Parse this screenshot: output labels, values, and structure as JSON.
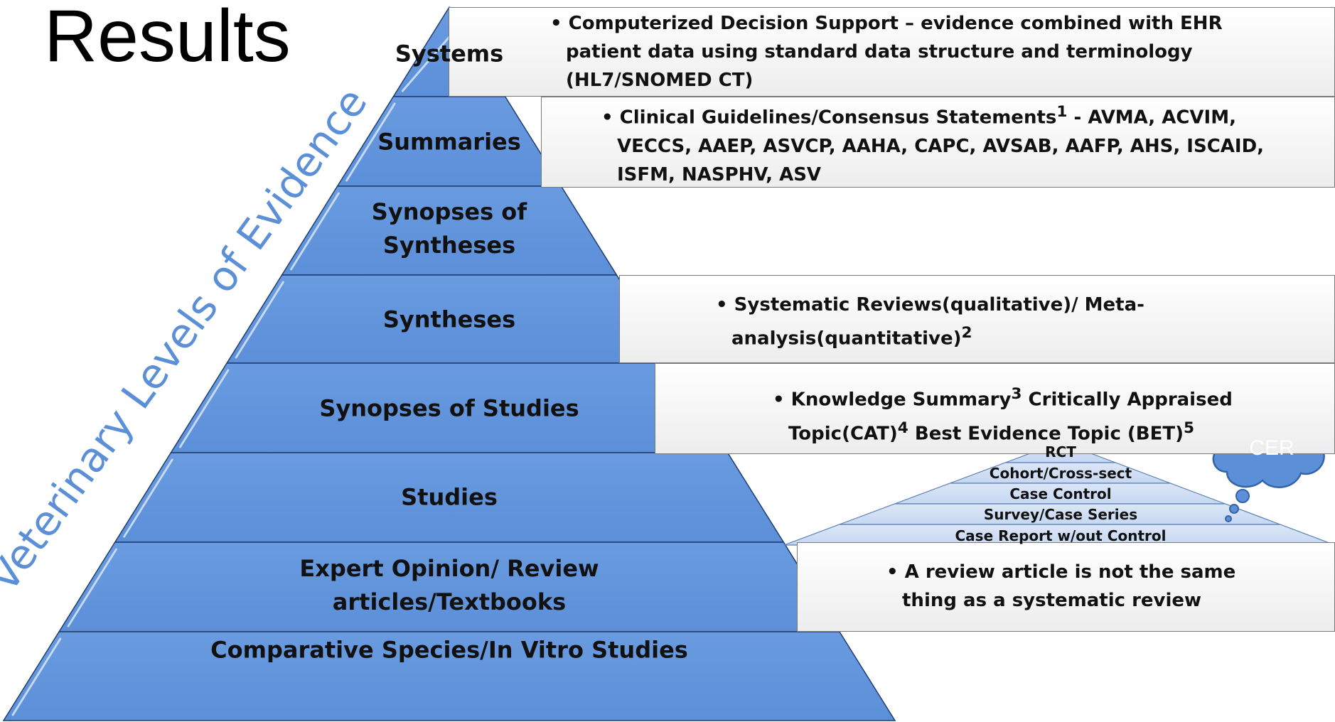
{
  "title": "Results",
  "side_label": "Veterinary Levels of Evidence",
  "levels": [
    {
      "label": "Systems"
    },
    {
      "label": "Summaries"
    },
    {
      "label": "Synopses of Syntheses"
    },
    {
      "label": "Syntheses"
    },
    {
      "label": "Synopses of Studies"
    },
    {
      "label": "Studies"
    },
    {
      "label": "Expert Opinion/ Review articles/Textbooks"
    },
    {
      "label": "Comparative Species/In Vitro Studies"
    }
  ],
  "notes": {
    "systems": "• Computerized Decision Support – evidence combined with EHR patient data using standard data structure and terminology (HL7/SNOMED CT)",
    "summaries": {
      "before": "• Clinical Guidelines/Consensus Statements",
      "sup": "1",
      "after": " - AVMA, ACVIM, VECCS, AAEP, ASVCP, AAHA, CAPC, AVSAB, AAFP, AHS, ISCAID, ISFM, NASPHV, ASV"
    },
    "syntheses": {
      "before": "• Systematic Reviews(qualitative)/ Meta-analysis(quantitative)",
      "sup": "2"
    },
    "synopses_of_studies": {
      "p1": "• Knowledge Summary",
      "s1": "3",
      "p2": " Critically Appraised Topic(CAT)",
      "s2": "4",
      "p3": " Best Evidence Topic (BET)",
      "s3": "5"
    },
    "expert_opinion": "• A review article is not the same thing as a systematic review"
  },
  "study_pyramid": [
    "RCT",
    "Cohort/Cross-sect",
    "Case Control",
    "Survey/Case Series",
    "Case Report w/out Control"
  ],
  "callout": "CER",
  "colors": {
    "pyramid": "#5b8fd8",
    "pyramid_dark": "#4472c4",
    "mini_pyramid": "#c6d7f2",
    "callout": "#5b8fd8"
  }
}
